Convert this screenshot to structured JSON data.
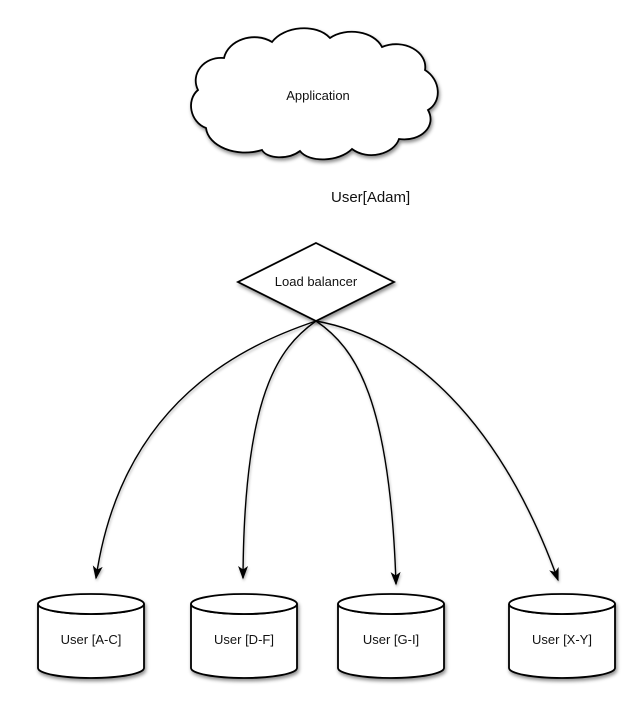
{
  "diagram": {
    "application": {
      "label": "Application",
      "shape": "cloud"
    },
    "edge_app_to_lb": {
      "label": "User[Adam]"
    },
    "load_balancer": {
      "label": "Load balancer",
      "shape": "diamond"
    },
    "shards": [
      {
        "label": "User [A-C]",
        "shape": "cylinder"
      },
      {
        "label": "User [D-F]",
        "shape": "cylinder"
      },
      {
        "label": "User [G-I]",
        "shape": "cylinder"
      },
      {
        "label": "User [X-Y]",
        "shape": "cylinder"
      }
    ],
    "colors": {
      "background": "#ffffff",
      "stroke": "#000000",
      "fill": "#ffffff",
      "text": "#111111"
    }
  }
}
